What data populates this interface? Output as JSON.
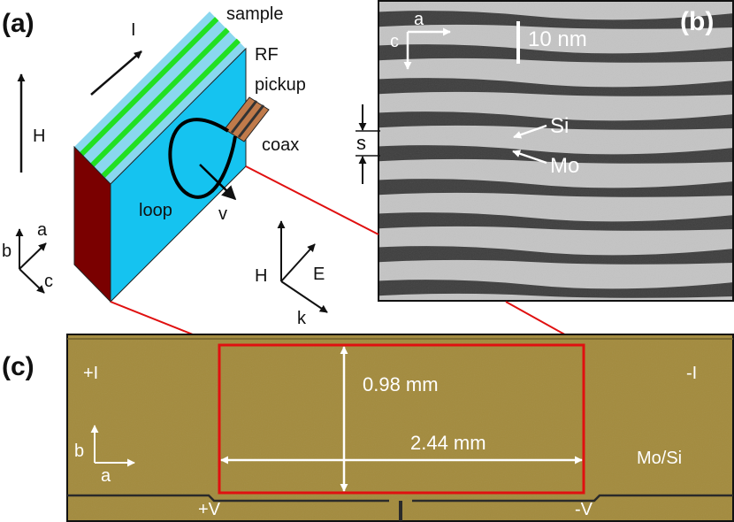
{
  "panels": {
    "a": "(a)",
    "b": "(b)",
    "c": "(c)"
  },
  "panel_a": {
    "current": "I",
    "field": "H",
    "sample": "sample",
    "rf": "RF",
    "pickup": "pickup",
    "coax": "coax",
    "loop": "loop",
    "velocity": "v",
    "axes_left": {
      "b": "b",
      "a": "a",
      "c": "c"
    },
    "axes_wave": {
      "H": "H",
      "E": "E",
      "k": "k"
    },
    "colors": {
      "front_face": "#15c3f0",
      "side_face": "#7a0000",
      "green_stripe": "#22e022",
      "light_stripe": "#8ad7ef",
      "coax": "#c07a4a"
    }
  },
  "panel_b": {
    "axis_a": "a",
    "axis_c": "c",
    "scale_bar": "10 nm",
    "spacing": "s",
    "layer_si": "Si",
    "layer_mo": "Mo",
    "colors": {
      "light_layer": "#c2c2c2",
      "dark_layer": "#3c3c3c"
    }
  },
  "panel_c": {
    "plus_i": "+I",
    "minus_i": "-I",
    "height": "0.98 mm",
    "width": "2.44 mm",
    "material": "Mo/Si",
    "axis_b": "b",
    "axis_a": "a",
    "plus_v": "+V",
    "minus_v": "-V",
    "colors": {
      "film": "#a38b3e",
      "highlight_box": "#e01010"
    }
  }
}
